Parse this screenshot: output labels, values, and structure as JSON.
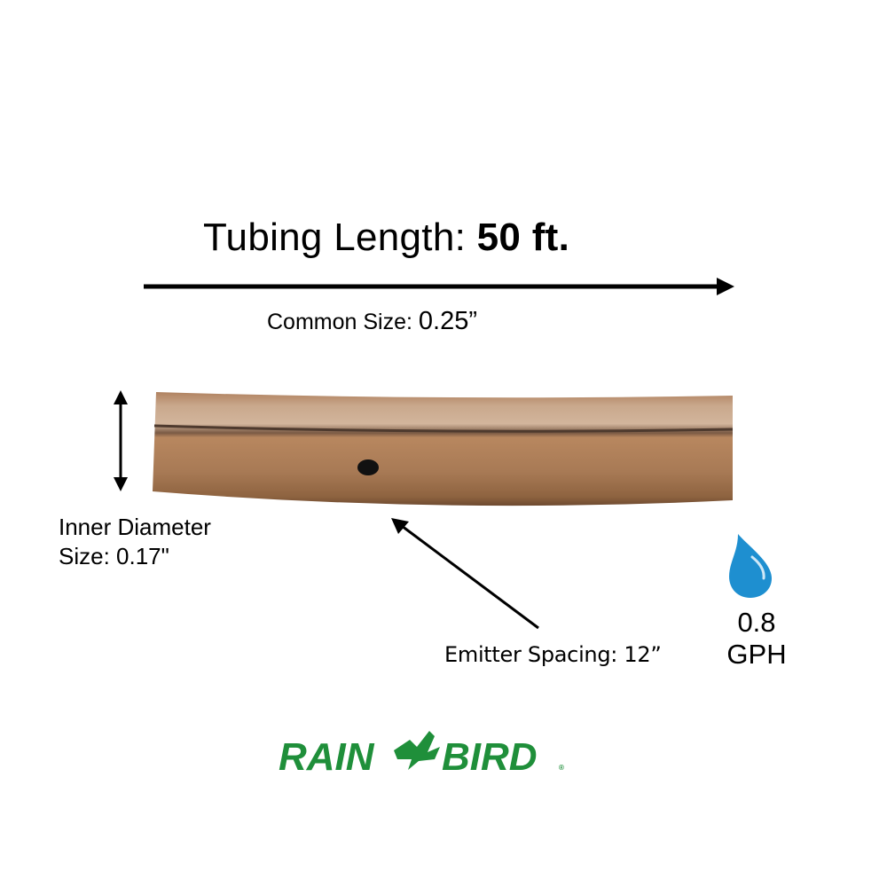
{
  "header": {
    "title_prefix": "Tubing Length: ",
    "title_value": "50 ft."
  },
  "common_size": {
    "label": "Common Size: ",
    "value": "0.25”"
  },
  "inner_diameter": {
    "line1": "Inner Diameter",
    "line2": "Size: 0.17\""
  },
  "emitter": {
    "label": "Emitter Spacing: 12”"
  },
  "flow": {
    "value": "0.8",
    "unit": "GPH",
    "icon": "water-drop-icon"
  },
  "brand": {
    "name_left": "RAIN",
    "name_right": "BIRD",
    "registered": "®"
  },
  "colors": {
    "tube": "#a87a55",
    "drop": "#1e8fd0",
    "brand_green": "#1f8f3a",
    "text": "#000000"
  }
}
